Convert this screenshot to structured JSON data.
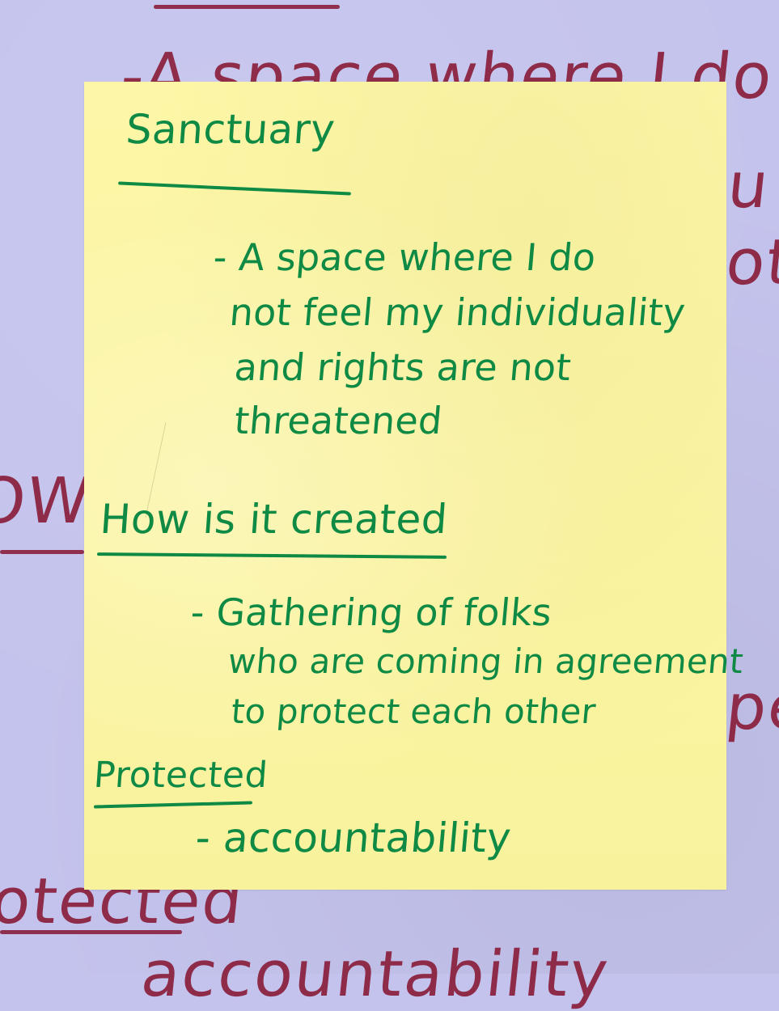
{
  "note": {
    "heading_1": "Sanctuary",
    "item_1": [
      "- A space where I do",
      "not feel my individuality",
      "and rights are not",
      "threatened"
    ],
    "heading_2": "How  is  it created",
    "item_2": [
      "- Gathering of folks",
      "who are coming in agreement",
      "to protect each other"
    ],
    "heading_3": "Protected",
    "item_3": "- accountability"
  },
  "background": {
    "top_fragment": "-A space where I do",
    "right_fragment_1": "u",
    "right_fragment_2": "ot",
    "left_fragment": "OW",
    "right_fragment_3": "pe",
    "bottom_fragment_1": "otected",
    "bottom_fragment_2": "accountability"
  },
  "colors": {
    "ink": "#0f8a45",
    "sticky": "#fbf5a2",
    "paper": "#c4c3ed",
    "marker": "#8a1f3c"
  }
}
